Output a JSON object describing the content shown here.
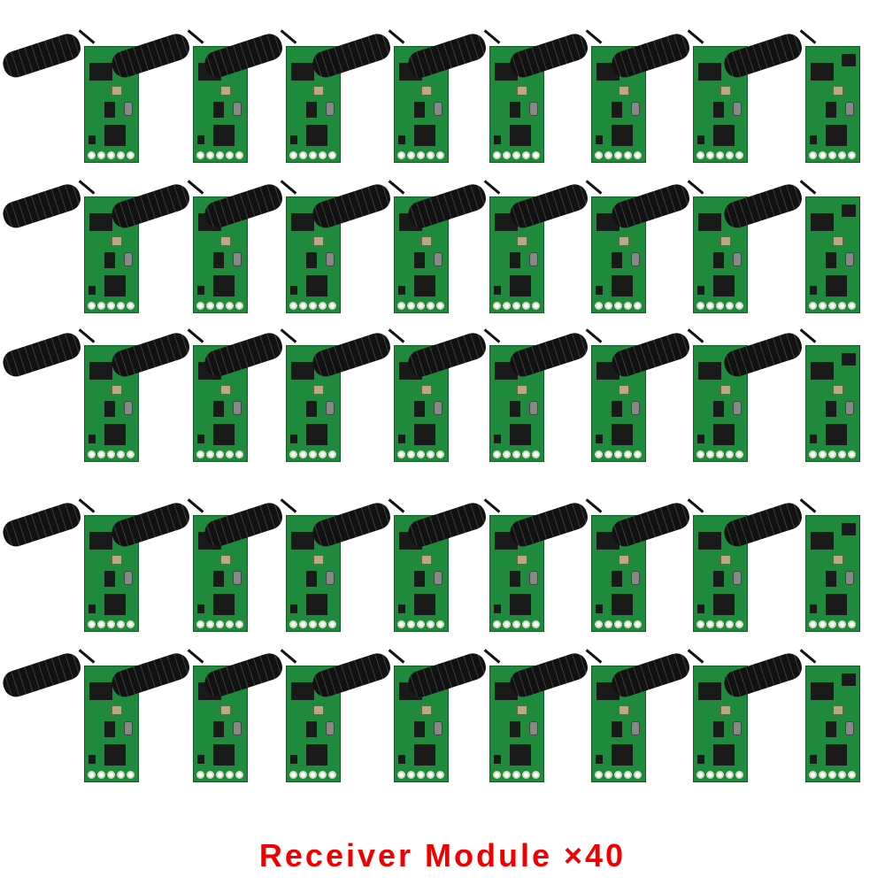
{
  "caption": "Receiver Module ×40",
  "grid": {
    "rows": 5,
    "columns": 8,
    "total_modules": 40
  },
  "colors": {
    "caption": "#f20000",
    "pcb": "#1f8a3c",
    "antenna": "#111111"
  }
}
